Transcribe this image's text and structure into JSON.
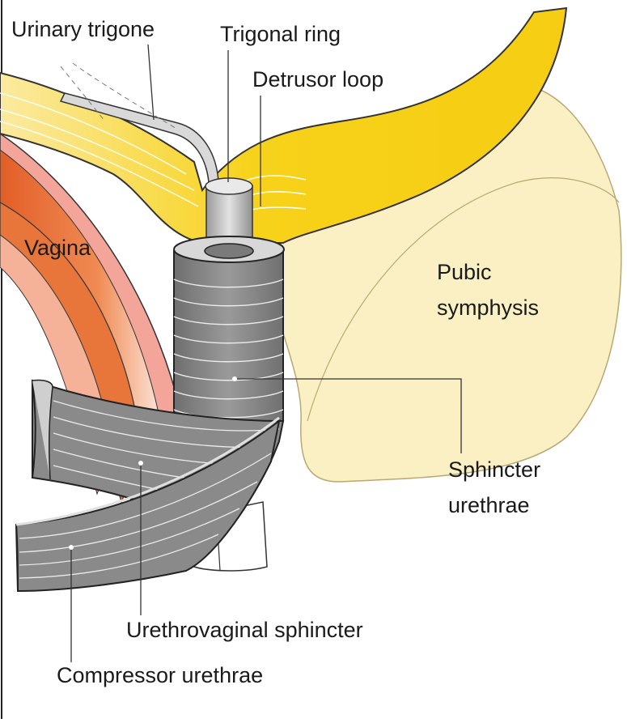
{
  "labels": {
    "urinary_trigone": "Urinary trigone",
    "trigonal_ring": "Trigonal ring",
    "detrusor_loop": "Detrusor loop",
    "vagina": "Vagina",
    "pubic_symphysis_line1": "Pubic",
    "pubic_symphysis_line2": "symphysis",
    "sphincter_urethrae_line1": "Sphincter",
    "sphincter_urethrae_line2": "urethrae",
    "urethrovaginal_sphincter": "Urethrovaginal sphincter",
    "compressor_urethrae": "Compressor urethrae"
  },
  "colors": {
    "bladder_yellow": "#f7d21a",
    "bladder_pale": "#fbeaa0",
    "pubic_bone": "#fbf0c4",
    "vagina_orange": "#e8763a",
    "vagina_pink": "#f3a59a",
    "muscle_gray": "#8a8a8a",
    "muscle_dark": "#4a4a4a",
    "ring_gray": "#b5b5b5"
  }
}
